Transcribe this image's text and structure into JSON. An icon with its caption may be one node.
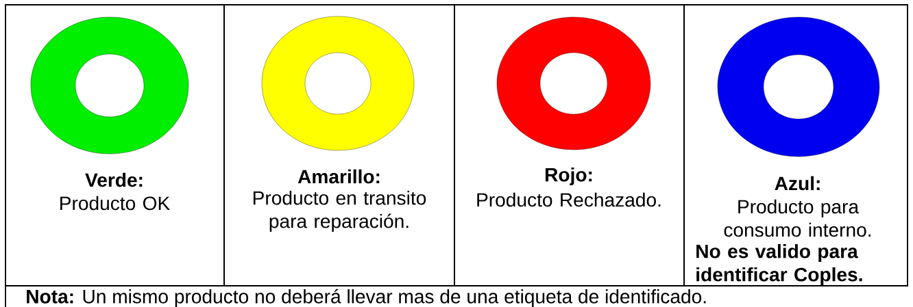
{
  "diagram": {
    "nodes": [
      {
        "text": [
          "Verde:",
          "Producto OK"
        ]
      },
      {
        "text": [
          "Amarillo:",
          "Producto en transito para reparación."
        ]
      },
      {
        "text": [
          "Rojo:",
          "Producto Rechazado."
        ]
      },
      {
        "text": [
          "Azul:",
          "Producto para consumo interno.",
          "No es valido para identificar Coples."
        ]
      },
      {
        "text": [],
        "shape": "circle",
        "in": 0
      },
      {
        "text": [],
        "shape": "circle",
        "in": 1
      },
      {
        "text": [],
        "shape": "circle",
        "in": 2
      },
      {
        "text": [],
        "shape": "circle",
        "in": 3
      }
    ],
    "edges": [],
    "labels": [
      "**Nota:** Un mismo producto no deberá llevar mas de una etiqueta de identificado."
    ]
  }
}
